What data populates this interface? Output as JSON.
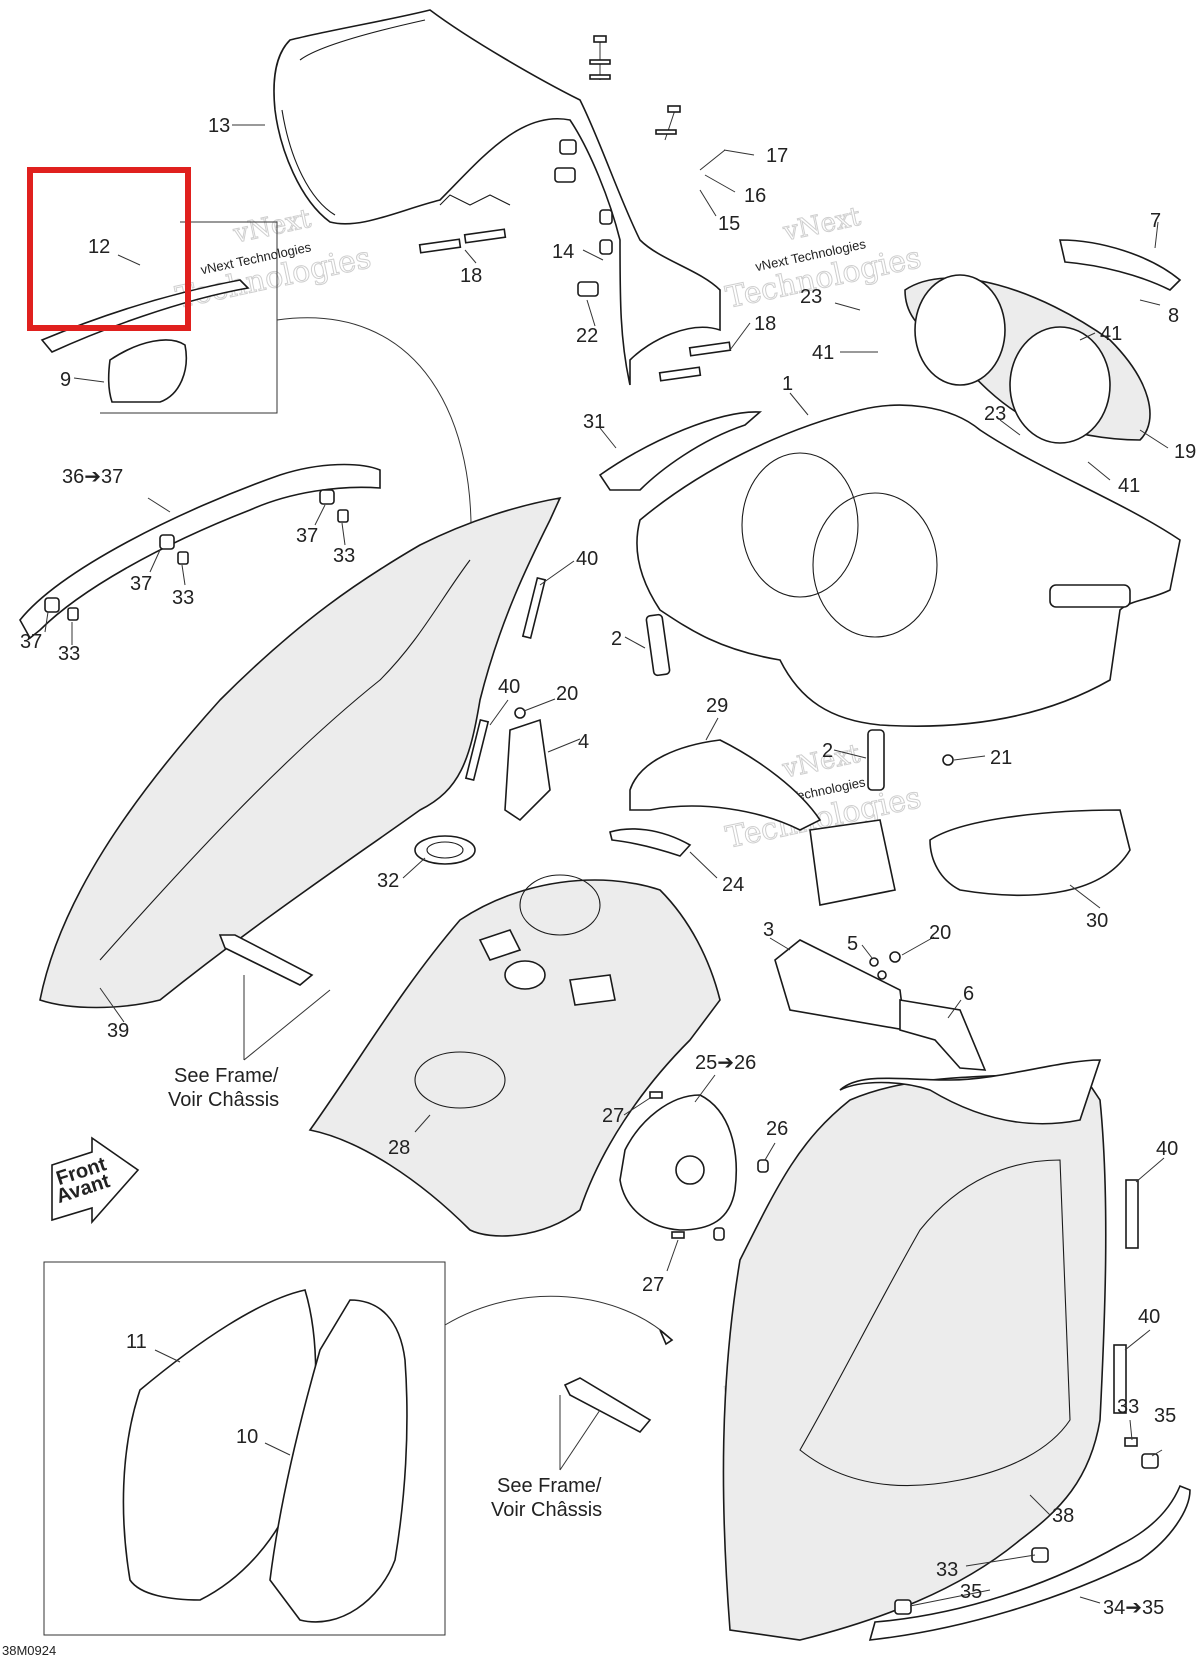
{
  "diagram": {
    "drawing_code": "38M0924",
    "see_frame_text_1": "See Frame/",
    "see_frame_text_2": "Voir Châssis",
    "front_text_1": "Front",
    "front_text_2": "Avant",
    "watermark_line_1": "vNext",
    "watermark_line_2": "Technologies",
    "watermark_small": "vNext Technologies",
    "highlight_color": "#e0201e",
    "callouts": [
      {
        "id": "c13",
        "text": "13"
      },
      {
        "id": "c17",
        "text": "17"
      },
      {
        "id": "c16",
        "text": "16"
      },
      {
        "id": "c15",
        "text": "15"
      },
      {
        "id": "c12",
        "text": "12"
      },
      {
        "id": "c9",
        "text": "9"
      },
      {
        "id": "c18a",
        "text": "18"
      },
      {
        "id": "c14",
        "text": "14"
      },
      {
        "id": "c22",
        "text": "22"
      },
      {
        "id": "c18b",
        "text": "18"
      },
      {
        "id": "c7",
        "text": "7"
      },
      {
        "id": "c23a",
        "text": "23"
      },
      {
        "id": "c8",
        "text": "8"
      },
      {
        "id": "c41a",
        "text": "41"
      },
      {
        "id": "c41b",
        "text": "41"
      },
      {
        "id": "c1",
        "text": "1"
      },
      {
        "id": "c31",
        "text": "31"
      },
      {
        "id": "c23b",
        "text": "23"
      },
      {
        "id": "c19",
        "text": "19"
      },
      {
        "id": "c41c",
        "text": "41"
      },
      {
        "id": "c3637",
        "text": "36➔37"
      },
      {
        "id": "c37a",
        "text": "37"
      },
      {
        "id": "c33a",
        "text": "33"
      },
      {
        "id": "c37b",
        "text": "37"
      },
      {
        "id": "c33b",
        "text": "33"
      },
      {
        "id": "c37c",
        "text": "37"
      },
      {
        "id": "c33c",
        "text": "33"
      },
      {
        "id": "c40a",
        "text": "40"
      },
      {
        "id": "c2a",
        "text": "2"
      },
      {
        "id": "c40b",
        "text": "40"
      },
      {
        "id": "c20a",
        "text": "20"
      },
      {
        "id": "c4",
        "text": "4"
      },
      {
        "id": "c29",
        "text": "29"
      },
      {
        "id": "c2b",
        "text": "2"
      },
      {
        "id": "c21",
        "text": "21"
      },
      {
        "id": "c32",
        "text": "32"
      },
      {
        "id": "c24",
        "text": "24"
      },
      {
        "id": "c30",
        "text": "30"
      },
      {
        "id": "c3",
        "text": "3"
      },
      {
        "id": "c5",
        "text": "5"
      },
      {
        "id": "c20b",
        "text": "20"
      },
      {
        "id": "c6",
        "text": "6"
      },
      {
        "id": "c39",
        "text": "39"
      },
      {
        "id": "c2526",
        "text": "25➔26"
      },
      {
        "id": "c27a",
        "text": "27"
      },
      {
        "id": "c26",
        "text": "26"
      },
      {
        "id": "c28",
        "text": "28"
      },
      {
        "id": "c40c",
        "text": "40"
      },
      {
        "id": "c27b",
        "text": "27"
      },
      {
        "id": "c11",
        "text": "11"
      },
      {
        "id": "c40d",
        "text": "40"
      },
      {
        "id": "c10",
        "text": "10"
      },
      {
        "id": "c33d",
        "text": "33"
      },
      {
        "id": "c35a",
        "text": "35"
      },
      {
        "id": "c38",
        "text": "38"
      },
      {
        "id": "c33e",
        "text": "33"
      },
      {
        "id": "c35b",
        "text": "35"
      },
      {
        "id": "c3435",
        "text": "34➔35"
      }
    ]
  }
}
